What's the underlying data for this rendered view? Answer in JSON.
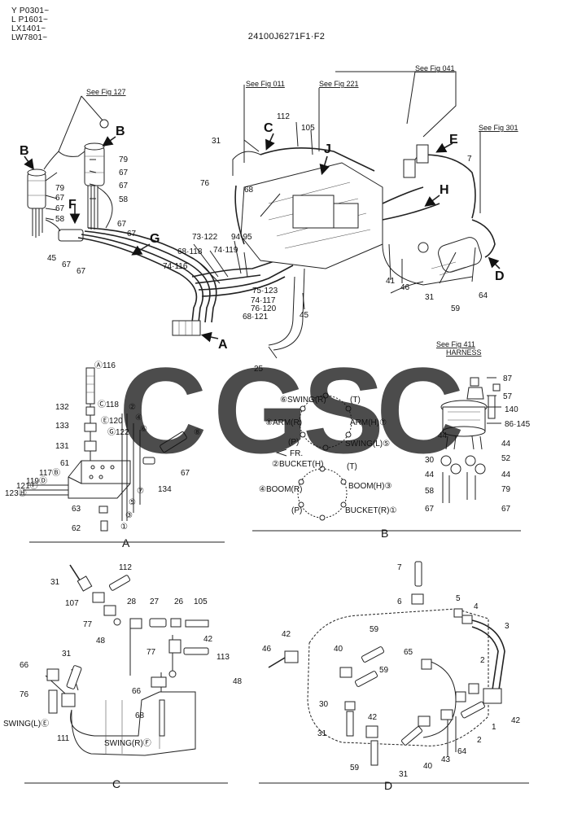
{
  "header": {
    "model_codes": [
      "Y P0301~",
      "L P1601~",
      "LX1401~",
      "LW7801~"
    ],
    "document_code": "24100J6271F1·F2"
  },
  "watermark": {
    "letters": [
      "C",
      "G",
      "S",
      "C"
    ],
    "colors": [
      "#4f8ff0",
      "#ee5a4e",
      "#f4c52e",
      "#34a66a"
    ]
  },
  "references": {
    "fig127": "See Fig 127",
    "fig011": "See Fig 011",
    "fig221": "See Fig 221",
    "fig041": "See Fig 041",
    "fig301": "See Fig 301",
    "fig411": "See Fig 411",
    "harness": "HARNESS"
  },
  "view_arrows": {
    "B": "B",
    "F": "F",
    "G": "G",
    "A": "A",
    "C": "C",
    "J": "J",
    "E": "E",
    "H": "H",
    "D": "D"
  },
  "section_labels": {
    "A": "A",
    "B": "B",
    "C": "C",
    "D": "D"
  },
  "main_labels": {
    "l79a": "79",
    "l67a": "67",
    "l67b": "67",
    "l58a": "58",
    "l79b": "79",
    "l67c": "67",
    "l67d": "67",
    "l58b": "58",
    "l45a": "45",
    "l67e": "67",
    "l67f": "67",
    "l67g": "67",
    "l67h": "67",
    "l31a": "31",
    "l76a": "76",
    "l68a": "68",
    "l112a": "112",
    "l105a": "105",
    "l7a": "7",
    "l41": "41",
    "l46a": "46",
    "l31b": "31",
    "l59a": "59",
    "l64a": "64",
    "l45b": "45",
    "l25": "25",
    "l73_122": "73·122",
    "l94_95": "94·95",
    "l68_118": "68·118",
    "l74_119": "74·119",
    "l74_116": "74·116",
    "l75_123": "75·123",
    "l74_117": "74·117",
    "l76_120": "76·120",
    "l68_121": "68·121"
  },
  "detail_a": {
    "c116": "Ⓐ116",
    "l132": "132",
    "l133": "133",
    "l131": "131",
    "l61": "61",
    "c118": "Ⓒ118",
    "c120": "Ⓔ120",
    "c122": "Ⓖ122",
    "c117": "117Ⓑ",
    "c119": "119Ⓓ",
    "c121": "121Ⓕ",
    "c123": "123Ⓗ",
    "n2": "②",
    "n4": "④",
    "n6": "⑥",
    "n8": "⑧",
    "n7": "⑦",
    "n5": "⑤",
    "n3": "③",
    "n1": "①",
    "l67": "67",
    "l134": "134",
    "l63": "63",
    "l62": "62"
  },
  "detail_b": {
    "swing_r": "⑥SWING(R)",
    "t_top": "(T)",
    "arm_r": "⑧ARM(R)",
    "arm_h": "ARM(H)⑦",
    "p_top": "(P)",
    "swing_l": "SWING(L)⑤",
    "fr": "FR.",
    "bucket_h": "②BUCKET(H)",
    "t_bot": "(T)",
    "boom_r": "④BOOM(R)",
    "boom_h": "BOOM(H)③",
    "p_bot": "(P)",
    "bucket_r": "BUCKET(R)①",
    "l87": "87",
    "l57": "57",
    "l140": "140",
    "l86_145": "86·145",
    "l44a": "44",
    "l44b": "44",
    "l30": "30",
    "l52": "52",
    "l44c": "44",
    "l44d": "44",
    "l58": "58",
    "l79": "79",
    "l67a": "67",
    "l67b": "67"
  },
  "detail_c": {
    "l31": "31",
    "l112": "112",
    "l107": "107",
    "l77a": "77",
    "l28": "28",
    "l27": "27",
    "l26": "26",
    "l105": "105",
    "l48a": "48",
    "l42": "42",
    "l77b": "77",
    "l113": "113",
    "l48b": "48",
    "l66a": "66",
    "l31b": "31",
    "l76": "76",
    "l66b": "66",
    "l68": "68",
    "swing_l": "SWING(L)Ⓔ",
    "l111": "111",
    "swing_r": "SWING(R)Ⓕ"
  },
  "detail_d": {
    "l7": "7",
    "l6": "6",
    "l5": "5",
    "l4": "4",
    "l3": "3",
    "l42a": "42",
    "l46": "46",
    "l59a": "59",
    "l40a": "40",
    "l65": "65",
    "l59b": "59",
    "l2a": "2",
    "l30": "30",
    "l42b": "42",
    "l31a": "31",
    "l1": "1",
    "l42c": "42",
    "l2b": "2",
    "l64": "64",
    "l40b": "40",
    "l43": "43",
    "l59c": "59",
    "l31b": "31"
  }
}
